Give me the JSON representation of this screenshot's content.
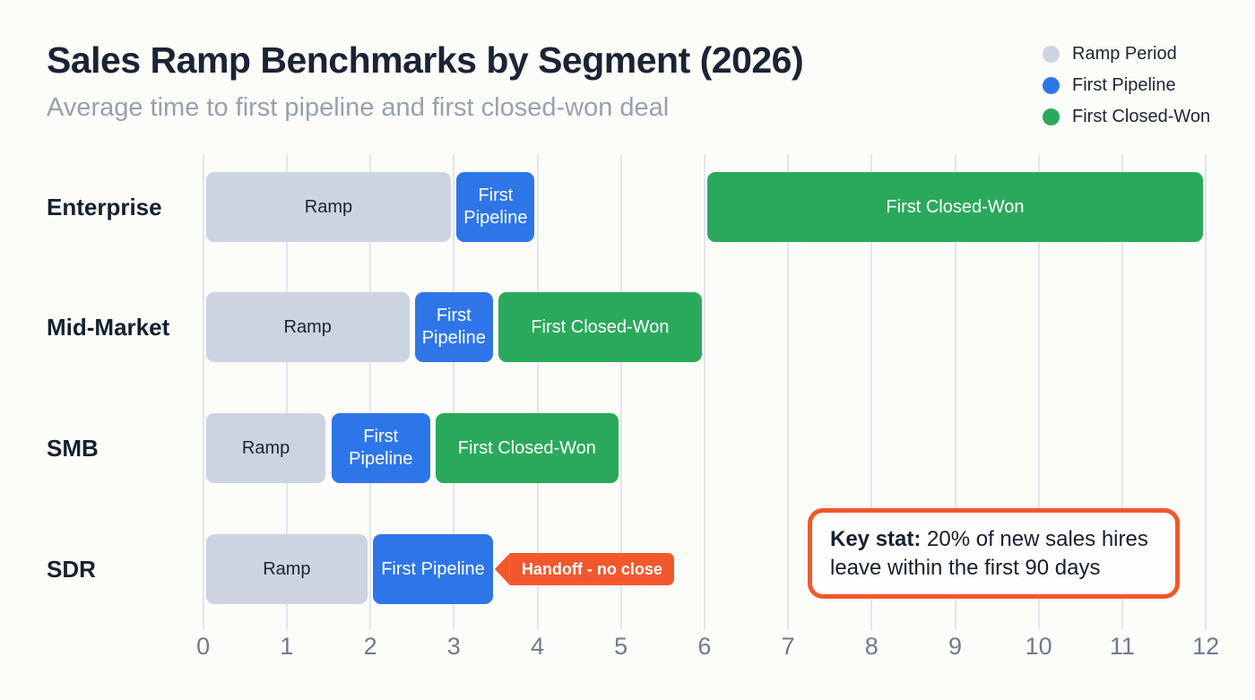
{
  "header": {
    "title": "Sales Ramp Benchmarks by Segment (2026)",
    "subtitle": "Average time to first pipeline and first closed-won deal"
  },
  "legend": [
    {
      "key": "ramp",
      "label": "Ramp Period",
      "color": "#cdd4df"
    },
    {
      "key": "pipeline",
      "label": "First Pipeline",
      "color": "#2e76e8"
    },
    {
      "key": "closed_won",
      "label": "First Closed-Won",
      "color": "#2aa95c"
    }
  ],
  "key_stat": {
    "prefix": "Key stat:",
    "line1_rest": " 20% of new sales hires",
    "line2": "leave within the first 90 days"
  },
  "chart_data": {
    "type": "bar",
    "subtype": "gantt-horizontal",
    "title": "Sales Ramp Benchmarks by Segment (2026)",
    "subtitle": "Average time to first pipeline and first closed-won deal",
    "x_unit": "months",
    "xlim": [
      0,
      12
    ],
    "x_ticks": [
      0,
      1,
      2,
      3,
      4,
      5,
      6,
      7,
      8,
      9,
      10,
      11,
      12
    ],
    "grid": true,
    "legend_position": "top-right",
    "colors": {
      "ramp": "#cdd4df",
      "pipeline": "#2e76e8",
      "closed_won": "#2aa95c",
      "annotation": "#f2582c"
    },
    "rows": [
      {
        "label": "Enterprise",
        "segments": [
          {
            "type": "ramp",
            "label": "Ramp",
            "start": 0,
            "end": 3
          },
          {
            "type": "pipeline",
            "label": "First Pipeline",
            "start": 3,
            "end": 4
          },
          {
            "type": "closed_won",
            "label": "First Closed-Won",
            "start": 6,
            "end": 12
          }
        ]
      },
      {
        "label": "Mid-Market",
        "segments": [
          {
            "type": "ramp",
            "label": "Ramp",
            "start": 0,
            "end": 2.5
          },
          {
            "type": "pipeline",
            "label": "First Pipeline",
            "start": 2.5,
            "end": 3.5
          },
          {
            "type": "closed_won",
            "label": "First Closed-Won",
            "start": 3.5,
            "end": 6
          }
        ]
      },
      {
        "label": "SMB",
        "segments": [
          {
            "type": "ramp",
            "label": "Ramp",
            "start": 0,
            "end": 1.5
          },
          {
            "type": "pipeline",
            "label": "First Pipeline",
            "start": 1.5,
            "end": 2.75
          },
          {
            "type": "closed_won",
            "label": "First Closed-Won",
            "start": 2.75,
            "end": 5
          }
        ]
      },
      {
        "label": "SDR",
        "segments": [
          {
            "type": "ramp",
            "label": "Ramp",
            "start": 0,
            "end": 2
          },
          {
            "type": "pipeline",
            "label": "First Pipeline",
            "start": 2,
            "end": 3.5
          }
        ],
        "annotation": {
          "label": "Handoff - no close",
          "at": 3.5
        }
      }
    ]
  }
}
